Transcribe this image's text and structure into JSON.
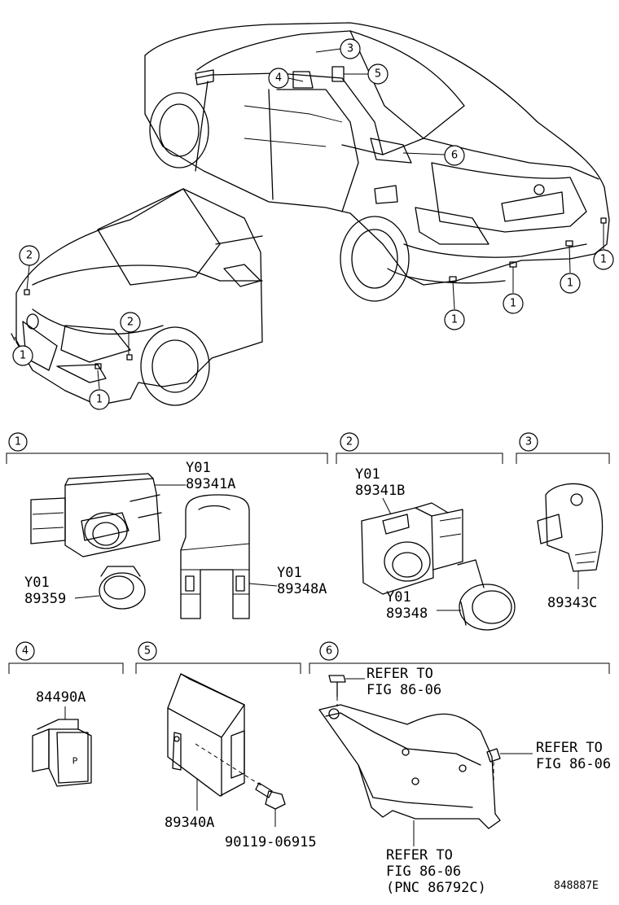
{
  "overview": {
    "callouts": [
      "1",
      "2",
      "3",
      "4",
      "5",
      "6"
    ]
  },
  "sections": [
    {
      "id": "1"
    },
    {
      "id": "2"
    },
    {
      "id": "3"
    },
    {
      "id": "4"
    },
    {
      "id": "5"
    },
    {
      "id": "6"
    }
  ],
  "parts": {
    "p89341A": {
      "line1": "Y01",
      "line2": "89341A"
    },
    "p89359": {
      "line1": "Y01",
      "line2": "89359"
    },
    "p89348A": {
      "line1": "Y01",
      "line2": "89348A"
    },
    "p89341B": {
      "line1": "Y01",
      "line2": "89341B"
    },
    "p89348": {
      "line1": "Y01",
      "line2": "89348"
    },
    "p89343C": {
      "line1": "89343C"
    },
    "p84490A": {
      "line1": "84490A"
    },
    "p89340A": {
      "line1": "89340A"
    },
    "p9011906915": {
      "line1": "90119-06915"
    },
    "refer_bolt": {
      "line1": "REFER TO",
      "line2": "FIG 86-06"
    },
    "refer_right": {
      "line1": "REFER TO",
      "line2": "FIG 86-06"
    },
    "refer_bracket": {
      "line1": "REFER TO",
      "line2": "FIG 86-06",
      "line3": "(PNC 86792C)"
    }
  },
  "switch_mark": "P",
  "diagram_code": "848887E",
  "icons": [
    "sensor",
    "retainer",
    "holder",
    "ecu",
    "bolt",
    "bracket",
    "switch",
    "car-rear",
    "car-front"
  ]
}
